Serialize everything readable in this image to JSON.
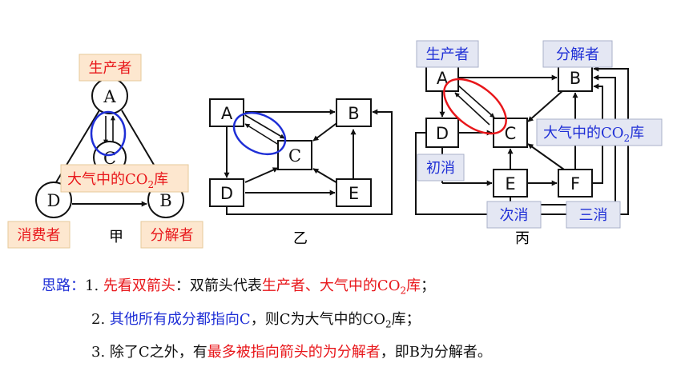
{
  "colors": {
    "red": "#e8161a",
    "blue": "#1f2fd6",
    "tag_orange_bg": "#fde7cf",
    "tag_blue_bg": "#e4e7f3"
  },
  "diagram_jia": {
    "caption": "甲",
    "nodes": {
      "a": "A",
      "b": "B",
      "c": "C",
      "d": "D"
    },
    "tags": {
      "producer": "生产者",
      "co2_pre": "大气中的CO",
      "co2_sub": "2",
      "co2_post": "库",
      "consumer": "消费者",
      "decomposer": "分解者"
    }
  },
  "diagram_yi": {
    "caption": "乙",
    "nodes": {
      "a": "A",
      "b": "B",
      "c": "C",
      "d": "D",
      "e": "E"
    }
  },
  "diagram_bing": {
    "caption": "丙",
    "nodes": {
      "a": "A",
      "b": "B",
      "c": "C",
      "d": "D",
      "e": "E",
      "f": "F"
    },
    "tags": {
      "producer": "生产者",
      "decomposer": "分解者",
      "co2_pre": "大气中的CO",
      "co2_sub": "2",
      "co2_post": "库",
      "primary": "初消",
      "secondary": "次消",
      "tertiary": "三消"
    }
  },
  "notes": {
    "line1": {
      "label": "思路：",
      "num": "1.",
      "red1": "先看双箭头",
      "mid": "：双箭头代表",
      "red2": "生产者、大气中的CO",
      "red2_sub": "2",
      "red2_post": "库",
      "end": "；"
    },
    "line2": {
      "num": "2.",
      "blue1": "其他所有成分都指向C",
      "mid": "，则C为大气中的CO",
      "sub": "2",
      "post": "库；"
    },
    "line3": {
      "num": "3.",
      "pre": "除了C之外，有",
      "red": "最多被指向箭头的为分解者",
      "post": "，即B为分解者。"
    }
  }
}
